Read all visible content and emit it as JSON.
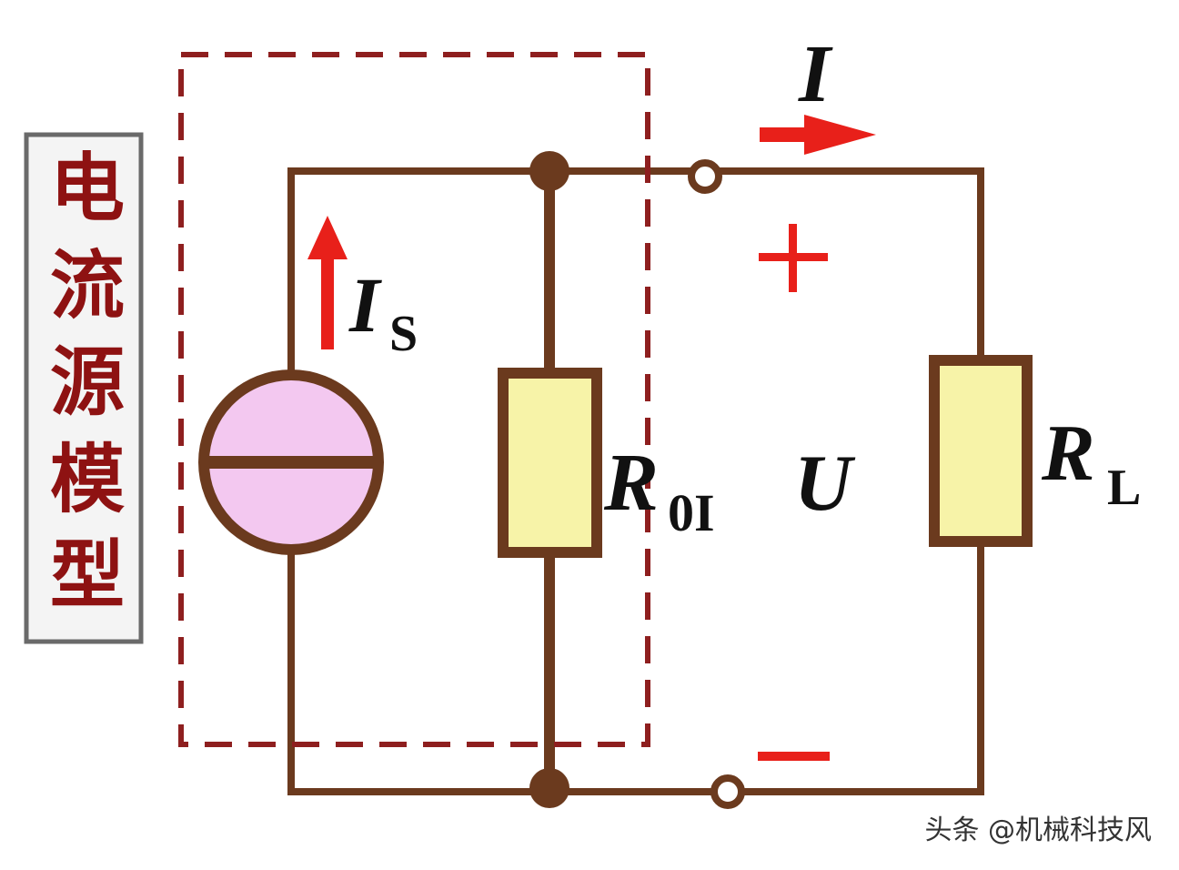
{
  "side_label": {
    "chars": [
      "电",
      "流",
      "源",
      "模",
      "型"
    ]
  },
  "labels": {
    "source_current_main": "I",
    "source_current_sub": "S",
    "internal_resistor_main": "R",
    "internal_resistor_sub": "0I",
    "load_resistor_main": "R",
    "load_resistor_sub": "L",
    "voltage": "U",
    "output_current": "I",
    "plus": "+",
    "minus": "−"
  },
  "watermark": "头条 @机械科技风",
  "colors": {
    "wire": "#6b3a1e",
    "resistor_fill": "#f7f3a8",
    "source_fill": "#f3c8f0",
    "arrow": "#e8201a",
    "dashed_box": "#8e1f1f",
    "label_box_border": "#6a6a6a",
    "side_text": "#8e1212"
  }
}
